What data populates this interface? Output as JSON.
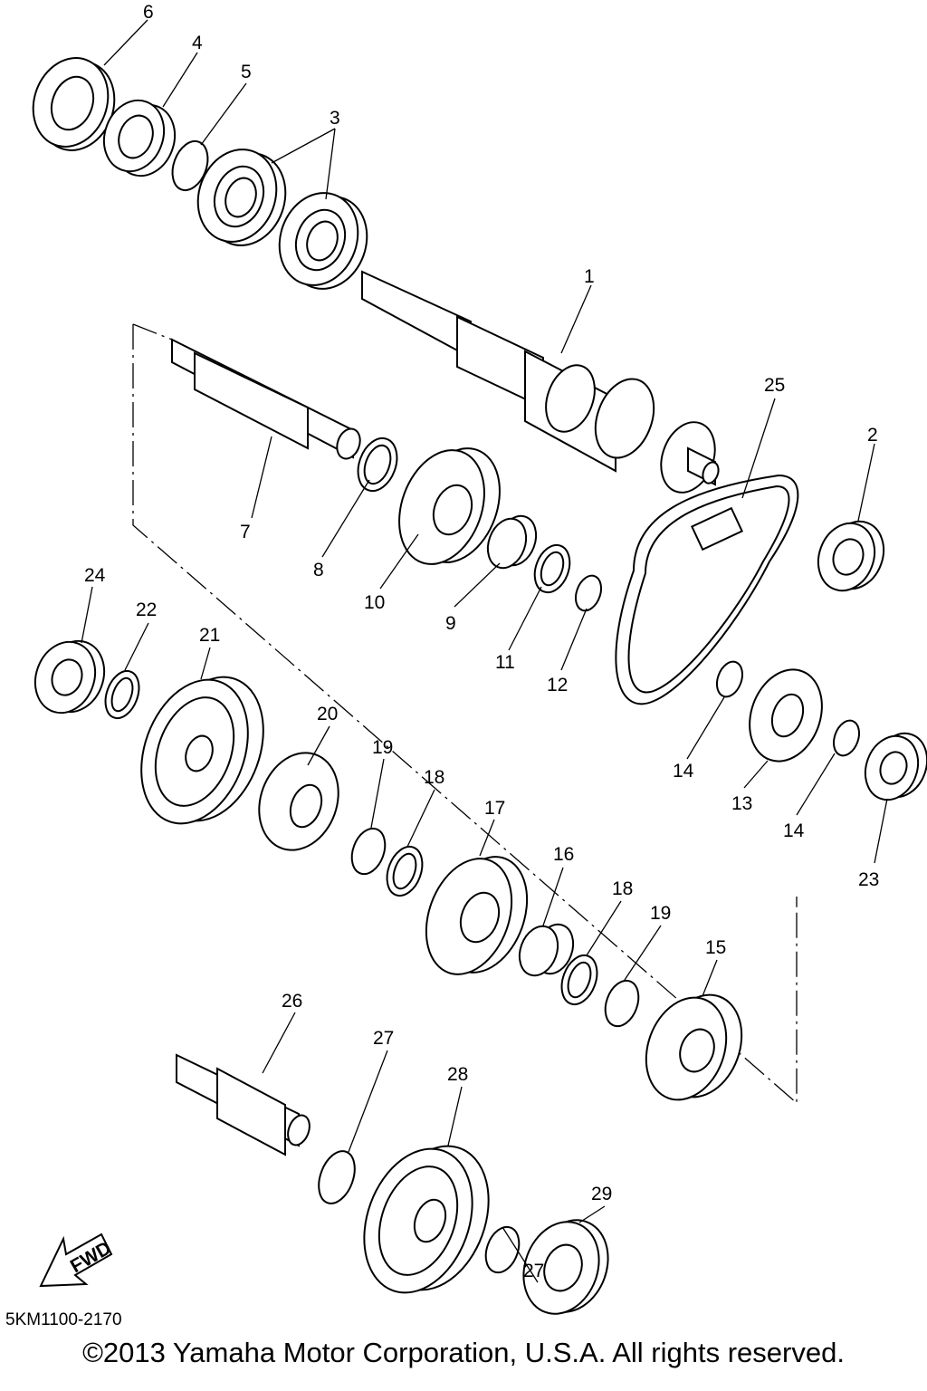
{
  "diagram": {
    "part_numbers": [
      "1",
      "2",
      "3",
      "4",
      "5",
      "6",
      "7",
      "8",
      "9",
      "10",
      "11",
      "12",
      "13",
      "14",
      "14",
      "15",
      "16",
      "17",
      "18",
      "18",
      "19",
      "19",
      "20",
      "21",
      "22",
      "23",
      "24",
      "25",
      "26",
      "27",
      "27",
      "28",
      "29"
    ],
    "fwd_label": "FWD",
    "drawing_code": "5KM1100-2170",
    "copyright": "©2013 Yamaha Motor Corporation, U.S.A. All rights reserved."
  }
}
